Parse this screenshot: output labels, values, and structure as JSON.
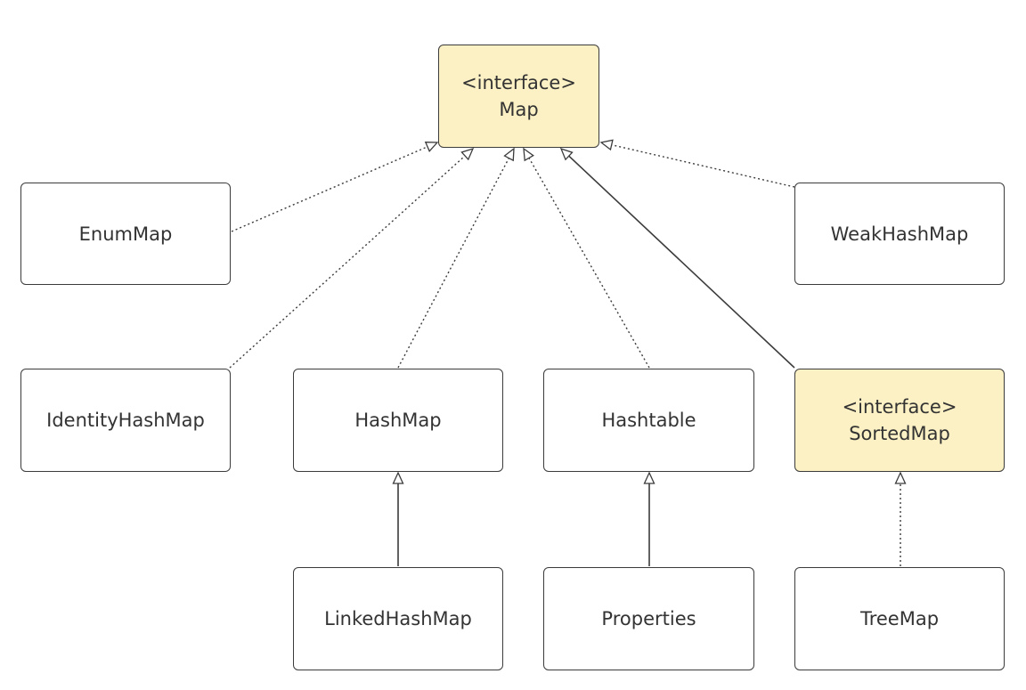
{
  "diagram": {
    "nodes": {
      "map": {
        "stereotype": "<interface>",
        "label": "Map"
      },
      "enum": {
        "label": "EnumMap"
      },
      "weak": {
        "label": "WeakHashMap"
      },
      "ident": {
        "label": "IdentityHashMap"
      },
      "hash": {
        "label": "HashMap"
      },
      "table": {
        "label": "Hashtable"
      },
      "sorted": {
        "stereotype": "<interface>",
        "label": "SortedMap"
      },
      "linked": {
        "label": "LinkedHashMap"
      },
      "props": {
        "label": "Properties"
      },
      "tree": {
        "label": "TreeMap"
      }
    },
    "edges": [
      {
        "from": "EnumMap",
        "to": "Map",
        "kind": "realization"
      },
      {
        "from": "IdentityHashMap",
        "to": "Map",
        "kind": "realization"
      },
      {
        "from": "HashMap",
        "to": "Map",
        "kind": "realization"
      },
      {
        "from": "Hashtable",
        "to": "Map",
        "kind": "realization"
      },
      {
        "from": "SortedMap",
        "to": "Map",
        "kind": "generalization"
      },
      {
        "from": "WeakHashMap",
        "to": "Map",
        "kind": "realization"
      },
      {
        "from": "LinkedHashMap",
        "to": "HashMap",
        "kind": "generalization"
      },
      {
        "from": "Properties",
        "to": "Hashtable",
        "kind": "generalization"
      },
      {
        "from": "TreeMap",
        "to": "SortedMap",
        "kind": "realization"
      }
    ],
    "colors": {
      "interface_fill": "#fcf1c4",
      "class_fill": "#ffffff",
      "stroke": "#3b3b3b"
    }
  }
}
